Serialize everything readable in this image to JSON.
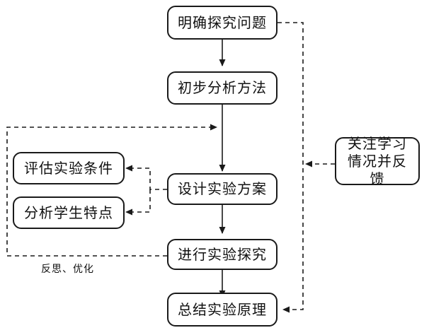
{
  "nodes": {
    "define_problem": "明确探究问题",
    "preliminary_analysis": "初步分析方法",
    "evaluate_conditions": "评估实验条件",
    "analyze_students": "分析学生特点",
    "design_plan": "设计实验方案",
    "conduct_inquiry": "进行实验探究",
    "summarize_principle": "总结实验原理",
    "feedback": "关注学习情况并反馈"
  },
  "labels": {
    "reflect_optimize": "反思、优化"
  },
  "colors": {
    "line": "#1a1a1a",
    "box_border": "#1a1a1a",
    "text": "#111111"
  }
}
